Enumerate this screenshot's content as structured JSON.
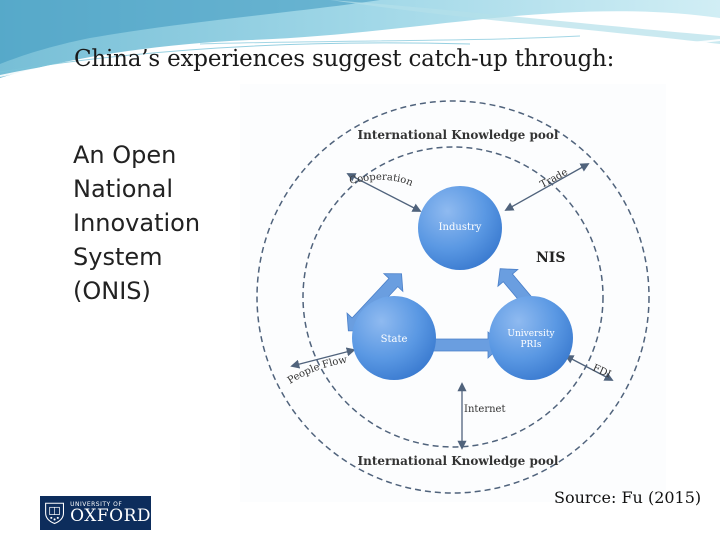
{
  "slide": {
    "title": "China’s experiences suggest catch-up through:",
    "left_text_lines": [
      "An Open",
      "National",
      "Innovation",
      "System",
      "(ONIS)"
    ],
    "source": "Source: Fu (2015)"
  },
  "diagram": {
    "outer_label_top": "International Knowledge pool",
    "outer_label_bottom": "International Knowledge pool",
    "inner_label": "NIS",
    "nodes": {
      "industry": "Industry",
      "state": "State",
      "university_line1": "University",
      "university_line2": "PRIs"
    },
    "flows": {
      "cooperation": "Cooperation",
      "trade": "Trade",
      "people_flow": "People Flow",
      "fdi": "FDI",
      "internet": "Internet"
    }
  },
  "logo": {
    "university_of": "UNIVERSITY OF",
    "name": "OXFORD"
  },
  "colors": {
    "node_blue": "#4d8fde",
    "arrow_blue": "#6a9ee0",
    "dash_gray": "#50637c",
    "oxford_navy": "#0d2d5c"
  }
}
